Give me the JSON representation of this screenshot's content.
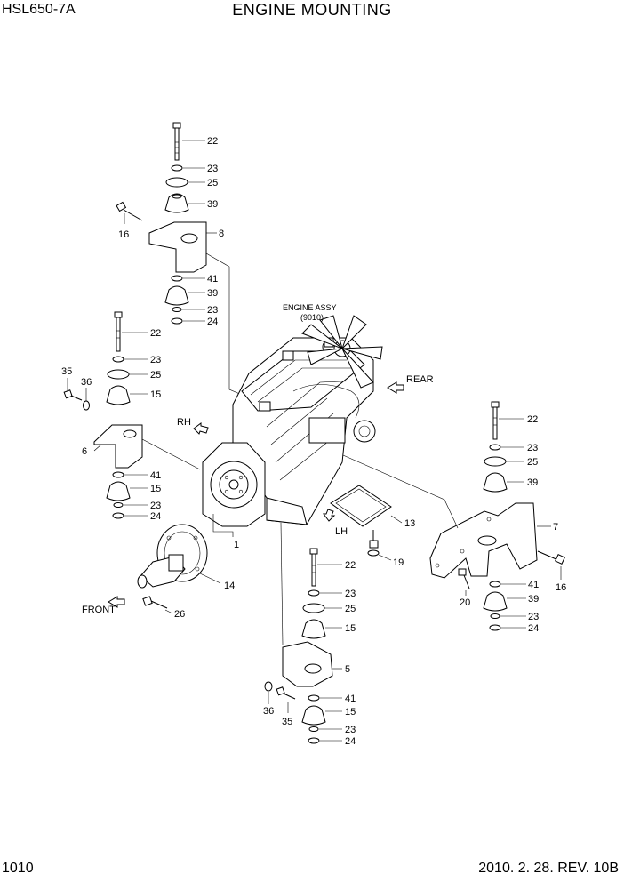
{
  "header": {
    "model": "HSL650-7A",
    "title": "ENGINE MOUNTING"
  },
  "footer": {
    "page_number": "1010",
    "revision": "2010. 2. 28. REV. 10B"
  },
  "engine_assy": {
    "name": "ENGINE ASSY",
    "code": "(9010)"
  },
  "directions": {
    "rear": "REAR",
    "rh": "RH",
    "lh": "LH",
    "front": "FRONT"
  },
  "callouts": {
    "p22_top": "22",
    "p23_top": "23",
    "p25_top": "25",
    "p39_top": "39",
    "p16_top": "16",
    "p8": "8",
    "p41_top": "41",
    "p39_top2": "39",
    "p23_top2": "23",
    "p24_top": "24",
    "p22_left": "22",
    "p23_left": "23",
    "p25_left": "25",
    "p15_left": "15",
    "p35_left": "35",
    "p36_left": "36",
    "p6": "6",
    "p41_left": "41",
    "p15_left2": "15",
    "p23_left2": "23",
    "p24_left": "24",
    "p22_right": "22",
    "p23_right": "23",
    "p25_right": "25",
    "p39_right": "39",
    "p7": "7",
    "p41_right": "41",
    "p39_right2": "39",
    "p23_right2": "23",
    "p24_right": "24",
    "p16_right": "16",
    "p20": "20",
    "p13": "13",
    "p19": "19",
    "p1": "1",
    "p14": "14",
    "p26": "26",
    "p22_bot": "22",
    "p23_bot": "23",
    "p25_bot": "25",
    "p15_bot": "15",
    "p5": "5",
    "p41_bot": "41",
    "p15_bot2": "15",
    "p36_bot": "36",
    "p35_bot": "35",
    "p23_bot2": "23",
    "p24_bot": "24"
  }
}
